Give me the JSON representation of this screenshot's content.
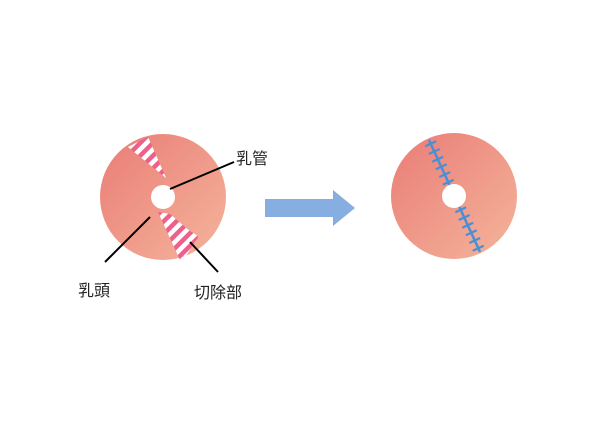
{
  "labels": {
    "duct": "乳管",
    "nipple": "乳頭",
    "excision": "切除部"
  },
  "colors": {
    "areola_light": "#f4b59c",
    "areola_dark": "#ea7c76",
    "hole": "#ffffff",
    "hatch_pink": "#ef5f8c",
    "arrow": "#86aee0",
    "suture": "#4a8fd6",
    "leader": "#000000",
    "background": "#ffffff"
  },
  "icons": {
    "before": "areola-with-excision-icon",
    "arrow": "right-arrow-icon",
    "after": "sutured-areola-icon"
  }
}
